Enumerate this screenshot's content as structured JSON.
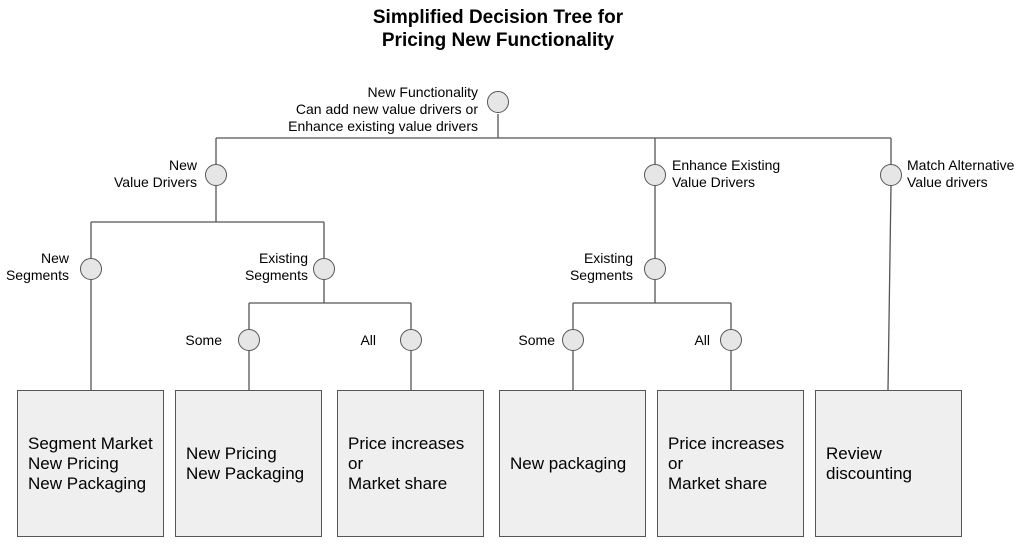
{
  "title": {
    "line1": "Simplified Decision Tree for",
    "line2": "Pricing New Functionality"
  },
  "root": {
    "heading": "New Functionality",
    "line1": "Can add new value drivers or",
    "line2": "Enhance existing value drivers"
  },
  "level1": {
    "new_value_drivers": [
      "New",
      "Value Drivers"
    ],
    "enhance_existing": [
      "Enhance Existing",
      "Value Drivers"
    ],
    "match_alternative": [
      "Match Alternative",
      "Value drivers"
    ]
  },
  "level2": {
    "new_segments": [
      "New",
      "Segments"
    ],
    "existing_segments_left": [
      "Existing",
      "Segments"
    ],
    "existing_segments_right": [
      "Existing",
      "Segments"
    ]
  },
  "level3": {
    "some_left": "Some",
    "all_left": "All",
    "some_right": "Some",
    "all_right": "All"
  },
  "outcomes": [
    "Segment Market\nNew Pricing\nNew Packaging",
    "New Pricing\nNew Packaging",
    "Price increases\nor\nMarket share",
    "New packaging",
    "Price increases\nor\nMarket share",
    "Review\ndiscounting"
  ]
}
